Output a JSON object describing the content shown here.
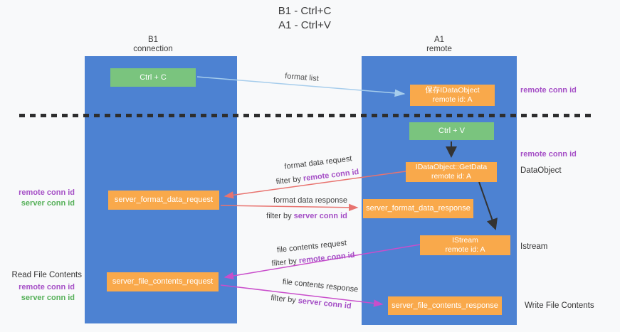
{
  "title": {
    "line1": "B1 - Ctrl+C",
    "line2": "A1 - Ctrl+V"
  },
  "lanes": {
    "b1": {
      "name": "B1",
      "subtitle": "connection"
    },
    "a1": {
      "name": "A1",
      "subtitle": "remote"
    }
  },
  "nodes": {
    "ctrl_c": {
      "label": "Ctrl + C"
    },
    "save_dataobject": {
      "line1": "保存IDataObject",
      "line2": "remote id: A"
    },
    "ctrl_v": {
      "label": "Ctrl + V"
    },
    "getdata": {
      "line1": "IDataObject::GetData",
      "line2": "remote id: A"
    },
    "format_request": {
      "label": "server_format_data_request"
    },
    "format_response": {
      "label": "server_format_data_response"
    },
    "istream": {
      "line1": "IStream",
      "line2": "remote id: A"
    },
    "file_request": {
      "label": "server_file_contents_request"
    },
    "file_response": {
      "label": "server_file_contents_response"
    }
  },
  "edge_labels": {
    "format_list": "format list",
    "format_data_request": "format data request",
    "format_data_response": "format data response",
    "file_contents_request": "file contents request",
    "file_contents_response": "file contents response",
    "filter_prefix": "filter by ",
    "remote_conn_id": "remote conn id",
    "server_conn_id": "server conn id"
  },
  "side_labels": {
    "remote_conn_id_top": "remote conn id",
    "remote_conn_id_mid": "remote conn id",
    "dataobject": "DataObject",
    "istream": "Istream",
    "write_file_contents": "Write File Contents",
    "read_file_contents": "Read File Contents",
    "left_remote_1": "remote conn id",
    "left_server_1": "server conn id",
    "left_remote_2": "remote conn id",
    "left_server_2": "server conn id"
  },
  "colors": {
    "bg": "#f8f9fa",
    "lane-blue": "#4d82d2",
    "node-green": "#7ac47e",
    "node-orange": "#f9a94b",
    "purple": "#a54fc6",
    "green-text": "#55b058",
    "arrow-lightblue": "#a6cdec",
    "arrow-black": "#333333",
    "arrow-salmon": "#e8736f",
    "arrow-magenta": "#c94ecb"
  }
}
